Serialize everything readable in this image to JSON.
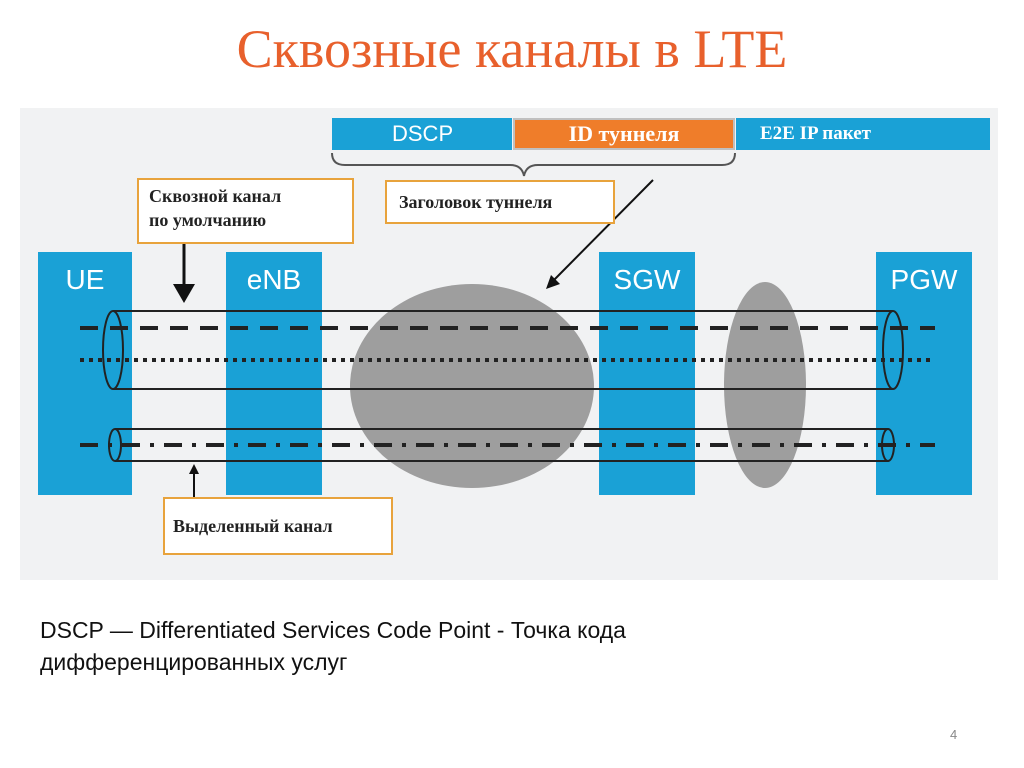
{
  "slide": {
    "title": "Сквозные каналы в LTE",
    "page_number": "4"
  },
  "header_fields": {
    "dscp": "DSCP",
    "tunnel_id": "ID туннеля",
    "e2e_packet": "E2E IP пакет"
  },
  "labels": {
    "default_bearer_line1": "Сквозной канал",
    "default_bearer_line2": "по умолчанию",
    "tunnel_header": "Заголовок туннеля",
    "dedicated_bearer": "Выделенный канал"
  },
  "nodes": {
    "ue": "UE",
    "enb": "eNB",
    "sgw": "SGW",
    "pgw": "PGW"
  },
  "footnote": {
    "line1": "DSCP — Differentiated Services Code Point - Точка кода",
    "line2": "дифференцированных услуг"
  },
  "colors": {
    "title": "#e8602c",
    "node_blue": "#1aa1d6",
    "tunnel_id_orange": "#ef7d2a",
    "label_border": "#e8a33c",
    "tunnel_ellipse": "#9e9e9e"
  }
}
